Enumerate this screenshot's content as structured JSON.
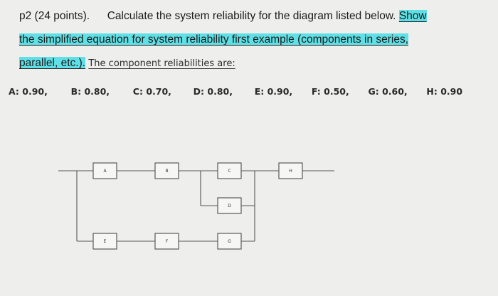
{
  "problem": {
    "number": "p2 (24 points).",
    "sentence": "Calculate the system reliability for the diagram listed below.",
    "show_word": "Show",
    "highlight_line2": "the simplified equation for system reliability first example (components in series,",
    "highlight_line3": "parallel, etc.).",
    "tail": "The component reliabilities are:"
  },
  "reliabilities": [
    {
      "label": "A:",
      "value": "0.90,"
    },
    {
      "label": "B:",
      "value": "0.80,"
    },
    {
      "label": "C:",
      "value": "0.70,"
    },
    {
      "label": "D:",
      "value": "0.80,"
    },
    {
      "label": "E:",
      "value": "0.90,"
    },
    {
      "label": "F:",
      "value": "0.50,"
    },
    {
      "label": "G:",
      "value": "0.60,"
    },
    {
      "label": "H:",
      "value": "0.90"
    }
  ],
  "diagram": {
    "blocks": [
      "A",
      "B",
      "C",
      "D",
      "E",
      "F",
      "G",
      "H"
    ]
  }
}
